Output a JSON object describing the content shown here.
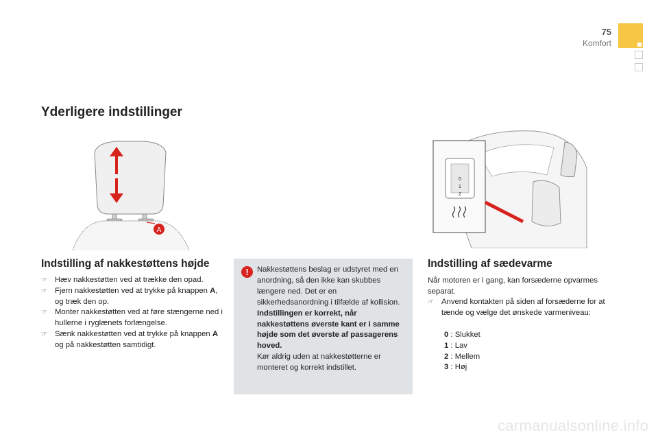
{
  "header": {
    "page_number": "75",
    "section": "Komfort"
  },
  "title": "Yderligere indstillinger",
  "headrest": {
    "heading": "Indstilling af nakkestøttens højde",
    "figure_label": "A",
    "steps": [
      {
        "pre": "Hæv nakkestøtten ved at trække den opad.",
        "bold": "",
        "post": ""
      },
      {
        "pre": "Fjern nakkestøtten ved at trykke på knappen ",
        "bold": "A",
        "post": ", og træk den op."
      },
      {
        "pre": "Monter nakkestøtten ved at føre stængerne ned i hullerne i ryglænets forlængelse.",
        "bold": "",
        "post": ""
      },
      {
        "pre": "Sænk nakkestøtten ved at trykke på knappen ",
        "bold": "A",
        "post": " og på nakkestøtten samtidigt."
      }
    ]
  },
  "warning": {
    "intro": "Nakkestøttens beslag er udstyret med en anordning, så den ikke kan skubbes længere ned. Det er en sikkerhedsanordning i tilfælde af kollision.",
    "bold": "Indstillingen er korrekt, når nakkestøttens øverste kant er i samme højde som det øverste af passagerens hoved.",
    "outro": "Kør aldrig uden at nakkestøtterne er monteret og korrekt indstillet.",
    "color": "#d7231e",
    "background": "#dfe3e6"
  },
  "seat_heating": {
    "heading": "Indstilling af sædevarme",
    "intro": "Når motoren er i gang, kan forsæderne opvarmes separat.",
    "instruction": "Anvend kontakten på siden af forsæderne for at tænde og vælge det ønskede varmeniveau:",
    "levels": [
      {
        "key": "0",
        "label": " : Slukket"
      },
      {
        "key": "1",
        "label": " : Lav"
      },
      {
        "key": "2",
        "label": " : Mellem"
      },
      {
        "key": "3",
        "label": " : Høj"
      }
    ],
    "dial_marks": [
      "0",
      "1",
      "2"
    ]
  },
  "colors": {
    "accent_yellow": "#f6c744",
    "arrow_red": "#d7231e"
  },
  "watermark": "carmanualsonline.info"
}
